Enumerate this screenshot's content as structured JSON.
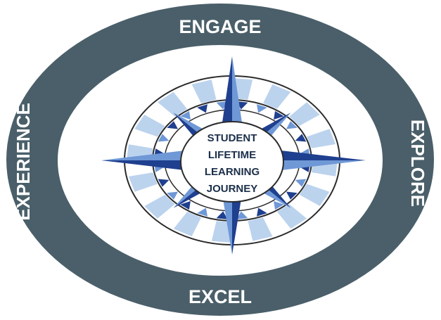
{
  "ring": {
    "top_label": "ENGAGE",
    "right_label": "EXPLORE",
    "bottom_label": "EXCEL",
    "left_label": "EXPERIENCE"
  },
  "center": {
    "lines": [
      "STUDENT",
      "LIFETIME",
      "LEARNING",
      "JOURNEY"
    ]
  },
  "colors": {
    "ring": "#4a5f69",
    "compass_dark": "#1f3f8f",
    "compass_light": "#6f98d6",
    "dial_light": "#bcd3ee",
    "dial_white": "#ffffff",
    "outline": "#2b2b2b"
  }
}
